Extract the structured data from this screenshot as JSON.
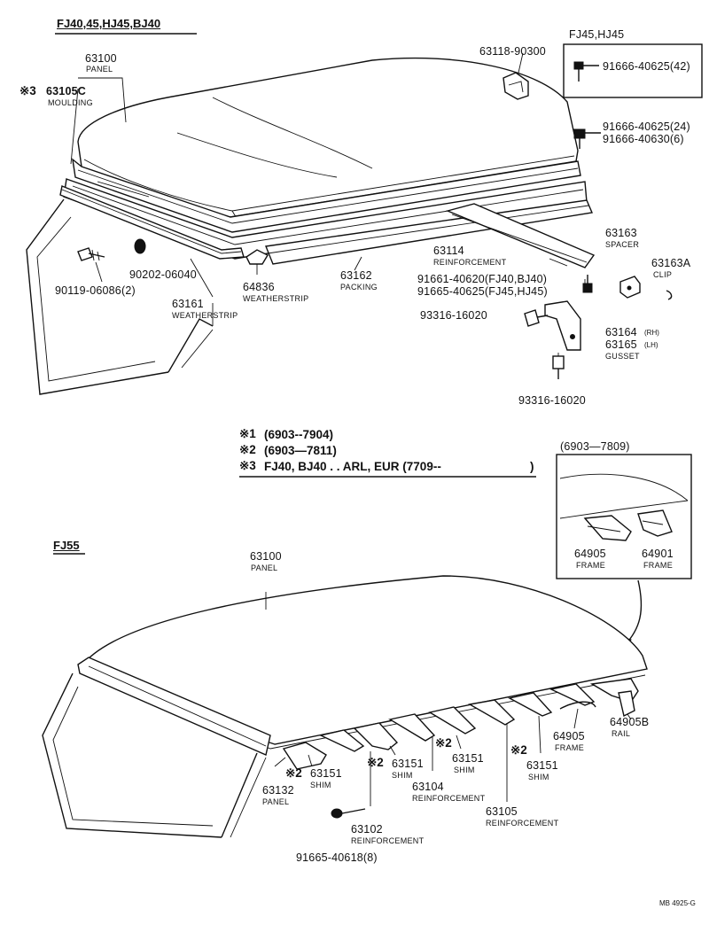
{
  "top_section": {
    "header": "FJ40,45,HJ45,BJ40",
    "inset_header": "FJ45,HJ45",
    "parts": {
      "panel_no": "63100",
      "panel_name": "PANEL",
      "moulding_mark": "※3",
      "moulding_no": "63105C",
      "moulding_name": "MOULDING",
      "part_63118": "63118-90300",
      "inset_bolt": "91666-40625(42)",
      "bolt_24": "91666-40625(24)",
      "bolt_6": "91666-40630(6)",
      "nut": "90202-06040",
      "screw": "90119-06086(2)",
      "weatherstrip_no": "63161",
      "weatherstrip_name": "WEATHERSTRIP",
      "weatherstrip2_no": "64836",
      "weatherstrip2_name": "WEATHERSTRIP",
      "packing_no": "63162",
      "packing_name": "PACKING",
      "reinf_no": "63114",
      "reinf_name": "REINFORCEMENT",
      "bolt_fj40": "91661-40620(FJ40,BJ40)",
      "bolt_fj45": "91665-40625(FJ45,HJ45)",
      "spacer_no": "63163",
      "spacer_name": "SPACER",
      "clip_no": "63163A",
      "clip_name": "CLIP",
      "screw_93316_a": "93316-16020",
      "gusset_rh_no": "63164",
      "gusset_rh_tag": "(RH)",
      "gusset_lh_no": "63165",
      "gusset_lh_tag": "(LH)",
      "gusset_name": "GUSSET",
      "screw_93316_b": "93316-16020"
    }
  },
  "notes": {
    "n1_mark": "※1",
    "n1_text": "(6903--7904)",
    "n2_mark": "※2",
    "n2_text": "(6903—7811)",
    "n3_mark": "※3",
    "n3_text": "FJ40, BJ40 . . ARL, EUR (7709--",
    "n3_end": ")"
  },
  "detail": {
    "range": "(6903—7809)",
    "frame1_no": "64905",
    "frame1_name": "FRAME",
    "frame2_no": "64901",
    "frame2_name": "FRAME"
  },
  "bottom_section": {
    "header": "FJ55",
    "parts": {
      "panel_no": "63100",
      "panel_name": "PANEL",
      "panel2_no": "63132",
      "panel2_name": "PANEL",
      "shim_mark": "※2",
      "shim1_no": "63151",
      "shim1_name": "SHIM",
      "shim2_mark": "※2",
      "shim2_no": "63151",
      "shim2_name": "SHIM",
      "shim3_mark": "※2",
      "shim3_no": "63151",
      "shim3_name": "SHIM",
      "shim4_mark": "※2",
      "shim4_no": "63151",
      "shim4_name": "SHIM",
      "reinf1_no": "63104",
      "reinf1_name": "REINFORCEMENT",
      "reinf2_no": "63105",
      "reinf2_name": "REINFORCEMENT",
      "reinf3_no": "63102",
      "reinf3_name": "REINFORCEMENT",
      "frame_no": "64905",
      "frame_name": "FRAME",
      "rail_no": "64905B",
      "rail_name": "RAIL",
      "bolt": "91665-40618(8)"
    }
  },
  "footer_code": "MB 4925-G"
}
